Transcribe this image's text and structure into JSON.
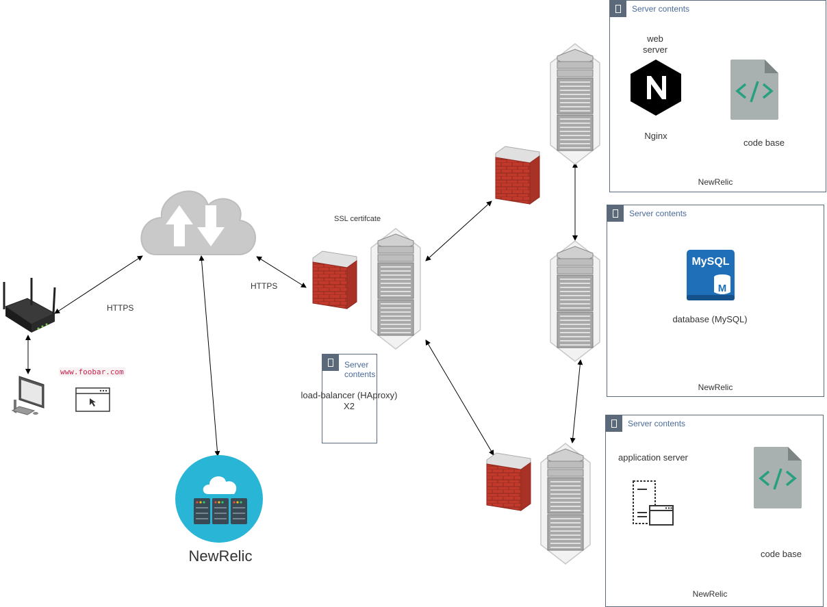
{
  "labels": {
    "https_left": "HTTPS",
    "https_right": "HTTPS",
    "ssl": "SSL certifcate",
    "url": "www.foobar.com",
    "newrelic_big": "NewRelic"
  },
  "lb_panel": {
    "header": "Server contents",
    "line1": "load-balancer (HAproxy)",
    "line2": "X2"
  },
  "panel_web": {
    "header": "Server contents",
    "web_server": "web server",
    "nginx": "Nginx",
    "code_base": "code base",
    "footer": "NewRelic"
  },
  "panel_db": {
    "header": "Server contents",
    "mysql_logo": "MySQL",
    "mysql_m": "M",
    "database": "database (MySQL)",
    "footer": "NewRelic"
  },
  "panel_app": {
    "header": "Server contents",
    "app_server": "application server",
    "code_base": "code base",
    "footer": "NewRelic"
  },
  "colors": {
    "cloud": "#c9c9c9",
    "firewall": "#c0392b",
    "newrelic": "#29b6d6",
    "panel_border": "#5a6a7a",
    "mysql": "#1e6fb8",
    "code": "#26a07e"
  }
}
